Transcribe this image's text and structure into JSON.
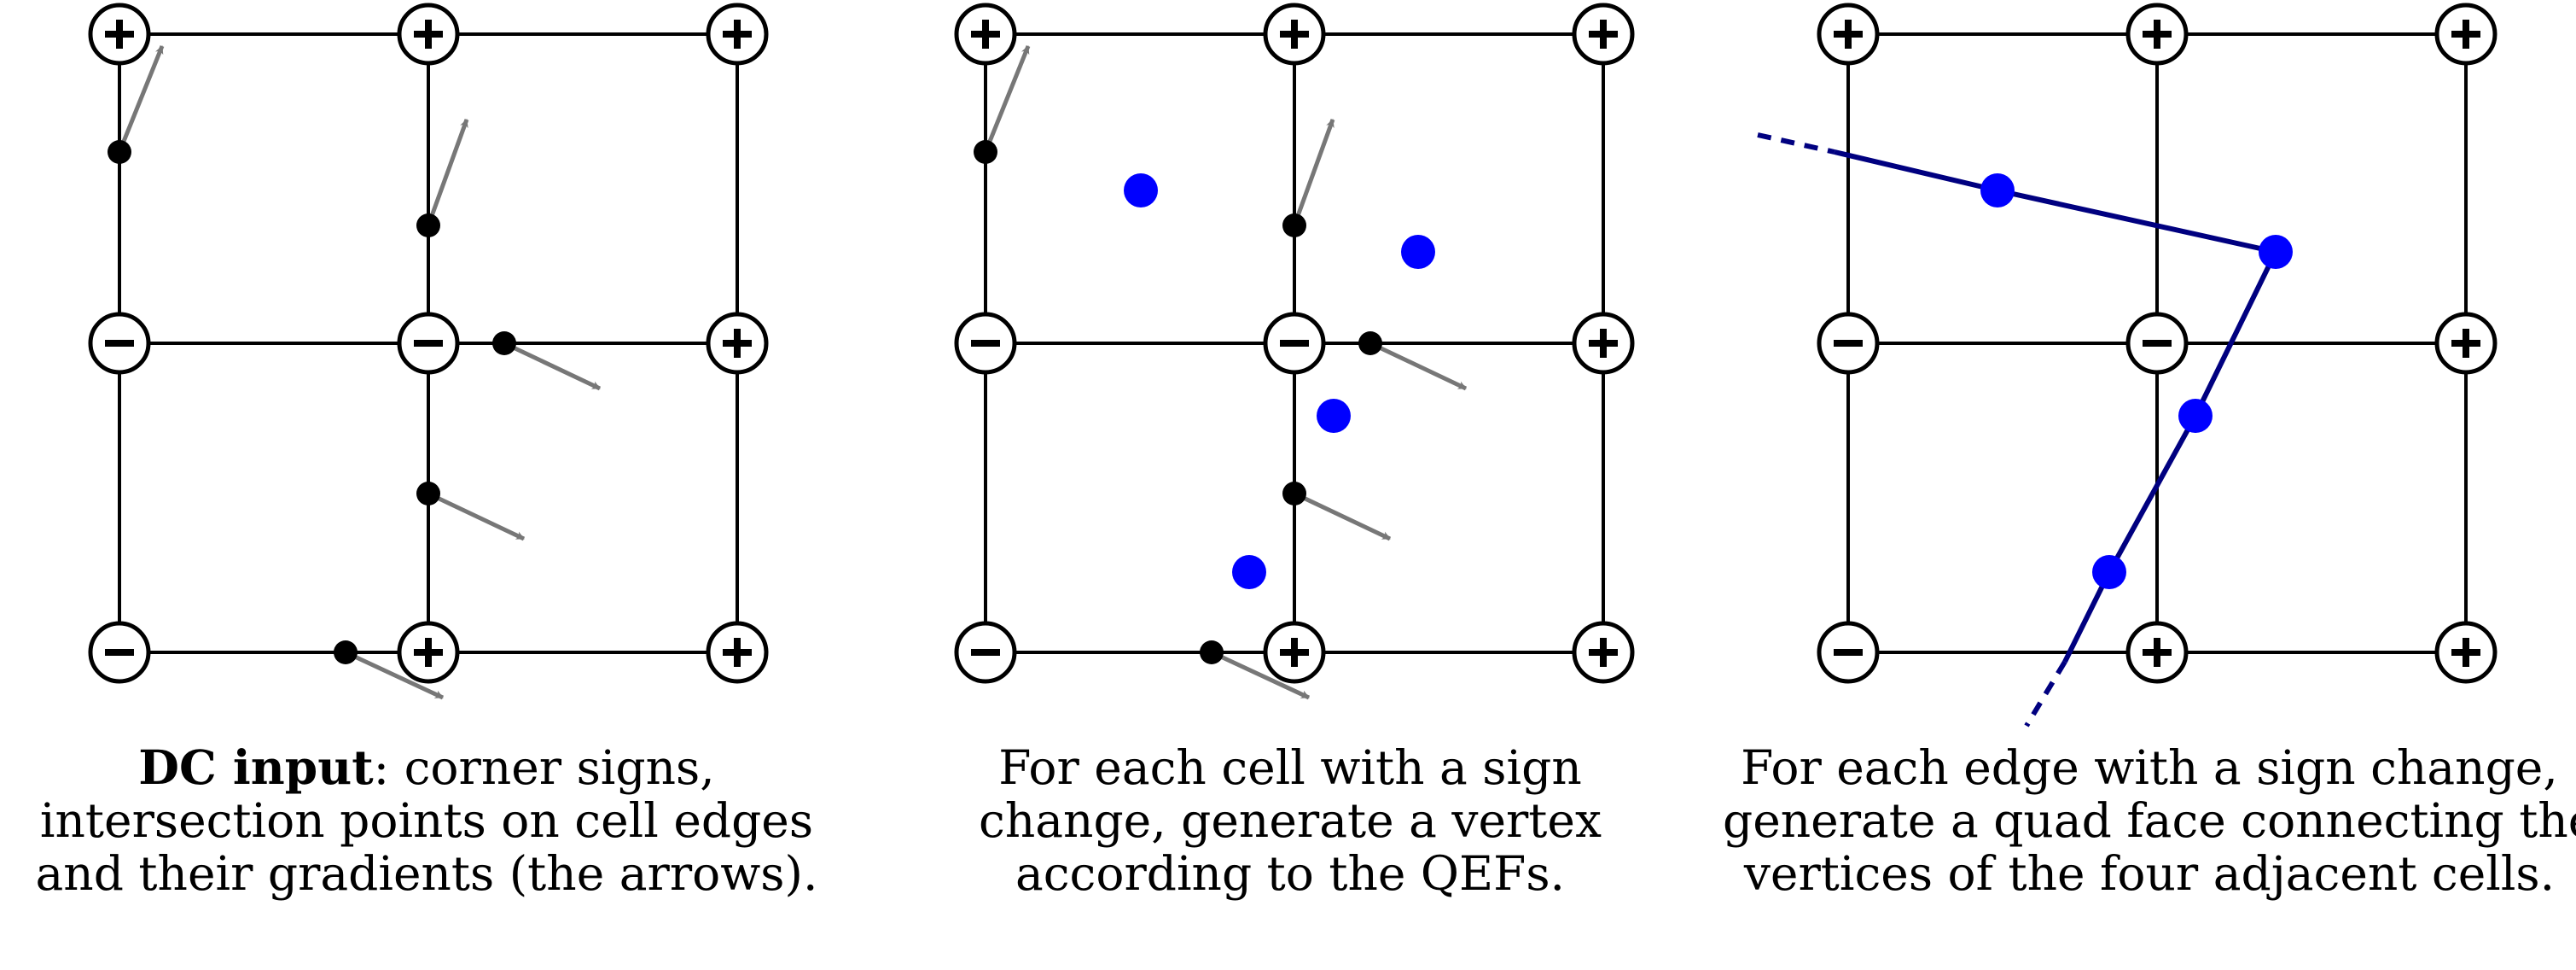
{
  "panels": [
    {
      "id": "input",
      "corners": [
        [
          "+",
          "+",
          "+"
        ],
        [
          "-",
          "-",
          "+"
        ],
        [
          "-",
          "+",
          "+"
        ]
      ],
      "intersections": true,
      "vertices": false,
      "surface": false,
      "caption": {
        "bold": "DC input",
        "line1": ": corner signs,",
        "line2": "intersection points on cell edges",
        "line3": "and their gradients (the arrows)."
      }
    },
    {
      "id": "vertices",
      "corners": [
        [
          "+",
          "+",
          "+"
        ],
        [
          "-",
          "-",
          "+"
        ],
        [
          "-",
          "+",
          "+"
        ]
      ],
      "intersections": true,
      "vertices": true,
      "surface": false,
      "caption": {
        "bold": "",
        "line1": "For each cell with a sign",
        "line2": "change, generate a vertex",
        "line3": "according to the QEFs."
      }
    },
    {
      "id": "faces",
      "corners": [
        [
          "+",
          "+",
          "+"
        ],
        [
          "-",
          "-",
          "+"
        ],
        [
          "-",
          "+",
          "+"
        ]
      ],
      "intersections": false,
      "vertices": true,
      "surface": true,
      "caption": {
        "bold": "",
        "line1": "For each edge with a sign change,",
        "line2": "generate a quad face connecting the",
        "line3": "vertices of the four adjacent cells."
      }
    }
  ],
  "colors": {
    "grid": "#000000",
    "arrow": "#777777",
    "vertex": "#0000ff",
    "surface": "#000080"
  },
  "symbols": {
    "plus": "+",
    "minus": "−"
  }
}
